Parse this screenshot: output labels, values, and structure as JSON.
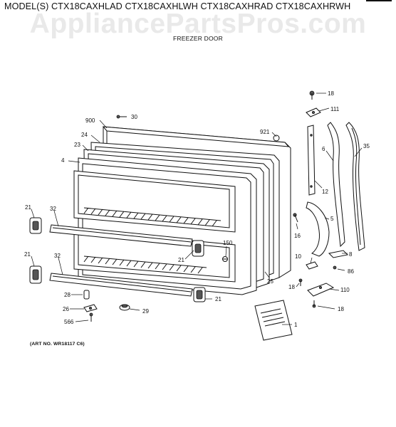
{
  "header": {
    "models": "MODEL(S) CTX18CAXHLAD  CTX18CAXHLWH  CTX18CAXHRAD  CTX18CAXHRWH",
    "watermark": "AppliancePartsPros.com",
    "subtitle": "FREEZER DOOR"
  },
  "parts": {
    "p900": "900",
    "p30": "30",
    "p24": "24",
    "p23": "23",
    "p4": "4",
    "p921": "921",
    "p18a": "18",
    "p111": "111",
    "p6": "6",
    "p35": "35",
    "p12": "12",
    "p21a": "21",
    "p32a": "32",
    "p16": "16",
    "p5": "5",
    "p150": "150",
    "p21b": "21",
    "p21c": "21",
    "p32b": "32",
    "p25": "25",
    "p10": "10",
    "p8": "8",
    "p86": "86",
    "p18b": "18",
    "p110": "110",
    "p28": "28",
    "p21d": "21",
    "p26": "26",
    "p29": "29",
    "p566": "566",
    "p18c": "18",
    "p1": "1"
  },
  "footer": {
    "art_no": "(ART NO. WR18117 C6)"
  }
}
